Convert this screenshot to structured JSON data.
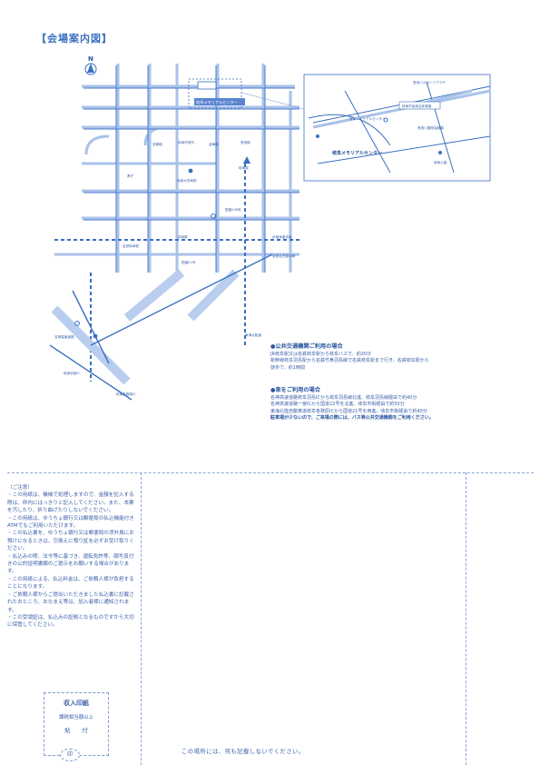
{
  "section_title": "【会場案内図】",
  "map": {
    "north_mark": "N",
    "venue_label": "岐阜メモリアルセンター",
    "inset_venue_label": "岐阜メモリアルセンター",
    "inset_labels": [
      "岐阜メモリアルセンター",
      "長良川スポーツプラザ",
      "岐阜市民総合体育館",
      "長良川国際会議場",
      "岐阜公園"
    ],
    "labels": [
      "岐阜市役所",
      "岐阜駅",
      "名鉄岐阜駅",
      "国道21号",
      "国道156号",
      "JR東海道本線",
      "名鉄名古屋本線",
      "忠節橋",
      "金華橋",
      "長良橋",
      "岐阜大学病院",
      "岐阜城",
      "岐阜羽島IC",
      "東海北陸道",
      "名神高速道路",
      "県庁",
      "岐阜各務原IC"
    ]
  },
  "public_transport": {
    "heading": "●公共交通機関ご利用の場合",
    "lines": [
      "JR岐阜駅又は名鉄岐阜駅から岐阜バスで、約20分",
      "新幹線岐阜羽島駅から名鉄竹鼻羽島線で名鉄岐阜駅まで行き、名鉄岐阜駅から",
      "徒歩で、約1時間"
    ]
  },
  "car": {
    "heading": "●車をご利用の場合",
    "lines": [
      "名神高速道路岐阜羽島ICから岐阜羽島線北進、岐阜羽島線経由で約40分",
      "名神高速道路一宮ICから国道22号を北進、岐阜市街経由で約50分",
      "東海北陸自動車道岐阜各務原ICから国道21号を西進、岐阜市街経由で約40分"
    ],
    "emphasis": "駐車場が少ないので、ご来場の際には、バス等公共交通機関をご利用ください。"
  },
  "notes": {
    "heading": "（ご注意）",
    "items": [
      "・この用紙は、機械で処理しますので、金額を記入する際は、枠内にはっきりと記入してください。また、本票を汚したり、折り曲げたりしないでください。",
      "・この用紙は、ゆうちょ銀行又は郵便局の払込機能付きATMでもご利用いただけます。",
      "・この払込書を、ゆうちょ銀行又は郵便局の渉外員にお預けになるときは、引換えに預り証を必ずお受け取りください。",
      "・払込みの際、法令等に基づき、運転免許等、顔写真付きの公的証明書類のご提示をお願いする場合があります。",
      "・この用紙による、払込料金は、ご依頼人様が負担することになります。",
      "・ご依頼人様からご提出いただきました払込書に記載されたおところ、おなまえ等は、加入者様に通知されます。",
      "・この受領証は、払込みの証拠となるものですから大切に保管してください。"
    ]
  },
  "stamp": {
    "line1": "収入印紙",
    "line2": "課税相当額以上",
    "line3": "貼　　付",
    "seal": "印"
  },
  "bottom_note": "この場所には、何も記載しないでください。"
}
